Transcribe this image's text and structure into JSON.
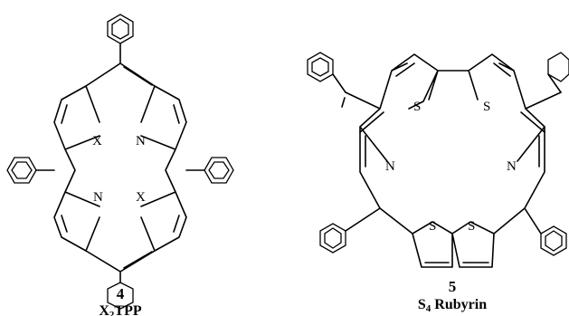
{
  "compound4": {
    "number": "4",
    "name_prefix": "X",
    "name_sub": "2",
    "name_suffix": "TPP",
    "atom_labels": [
      "X",
      "N",
      "N",
      "X"
    ]
  },
  "compound5": {
    "number": "5",
    "name_prefix": "S",
    "name_sub": "4",
    "name_suffix": " Rubyrin",
    "atom_labels": [
      "S",
      "S",
      "N",
      "N",
      "S",
      "S"
    ]
  }
}
